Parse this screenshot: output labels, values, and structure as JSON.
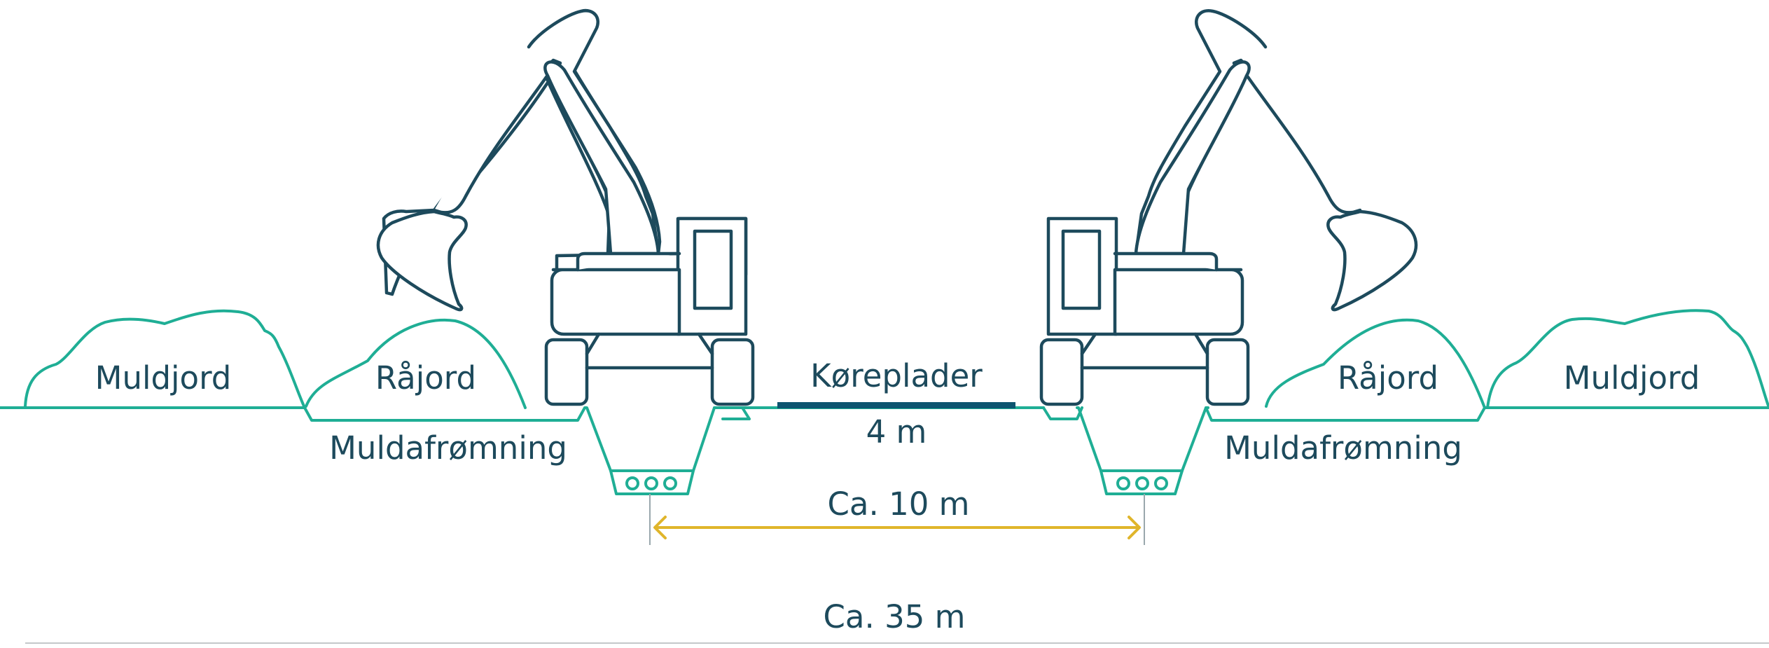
{
  "colors": {
    "ground": "#1fae95",
    "machine": "#1d4a5c",
    "dimension": "#e0b52b",
    "plate": "#0d5570",
    "text": "#1d4a5c"
  },
  "labels": {
    "topsoil_left": "Muldjord",
    "subsoil_left": "Råjord",
    "stripping_left": "Muldafrømning",
    "plates": "Køreplader",
    "plates_width": "4 m",
    "trench_spacing": "Ca. 10 m",
    "total_width": "Ca. 35 m",
    "topsoil_right": "Muldjord",
    "subsoil_right": "Råjord",
    "stripping_right": "Muldafrømning"
  },
  "icons": {
    "machine_left": "excavator-icon",
    "machine_right": "excavator-icon",
    "cable_left": "cable-bundle-icon",
    "cable_right": "cable-bundle-icon",
    "arrow": "double-arrow-icon"
  }
}
